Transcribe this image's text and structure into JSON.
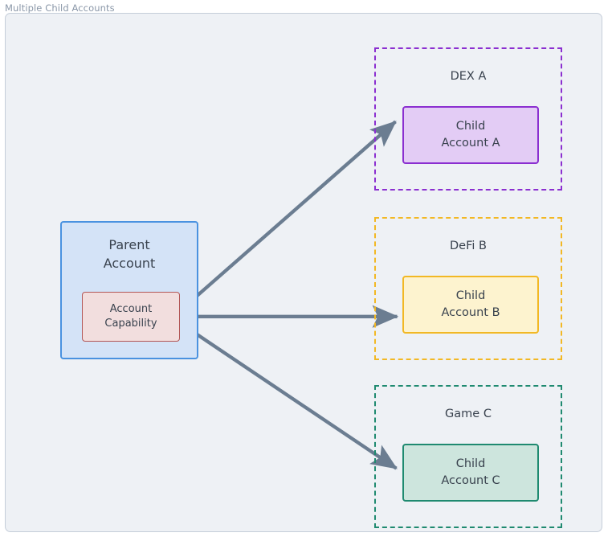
{
  "diagram": {
    "title": "Multiple Child Accounts",
    "background_color": "#eef1f5",
    "frame_border_color": "#c5ced9",
    "arrow_color": "#6b7d91"
  },
  "parent": {
    "label": "Parent\nAccount",
    "fill_color": "#d4e3f7",
    "border_color": "#4a92e0",
    "capability": {
      "label": "Account\nCapability",
      "fill_color": "#f2dede",
      "border_color": "#b35757"
    }
  },
  "groups": [
    {
      "id": "dex",
      "label": "DEX A",
      "border_color": "#8b2fd0",
      "child": {
        "label": "Child\nAccount A",
        "fill_color": "#e3ccf5",
        "border_color": "#8b2fd0"
      }
    },
    {
      "id": "defi",
      "label": "DeFi B",
      "border_color": "#f2b824",
      "child": {
        "label": "Child\nAccount B",
        "fill_color": "#fdf3cf",
        "border_color": "#f2b824"
      }
    },
    {
      "id": "game",
      "label": "Game C",
      "border_color": "#1f8a70",
      "child": {
        "label": "Child\nAccount C",
        "fill_color": "#cde5dd",
        "border_color": "#1f8a70"
      }
    }
  ],
  "connections": [
    {
      "from": "account-capability",
      "to": "child-account-a"
    },
    {
      "from": "account-capability",
      "to": "child-account-b"
    },
    {
      "from": "account-capability",
      "to": "child-account-c"
    }
  ]
}
